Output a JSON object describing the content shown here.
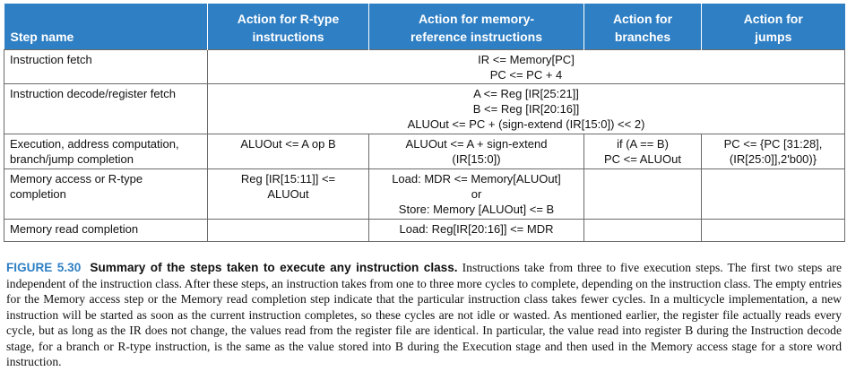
{
  "table": {
    "headers": {
      "step": "Step name",
      "rtype": [
        "Action for R-type",
        "instructions"
      ],
      "mem": [
        "Action for memory-",
        "reference instructions"
      ],
      "branch": [
        "Action for",
        "branches"
      ],
      "jump": [
        "Action for",
        "jumps"
      ]
    },
    "rows": {
      "fetch": {
        "name": "Instruction fetch",
        "all": [
          "IR <= Memory[PC]",
          "PC <= PC + 4"
        ]
      },
      "decode": {
        "name": "Instruction decode/register fetch",
        "all": [
          "A <= Reg [IR[25:21]]",
          "B <= Reg [IR[20:16]]",
          "ALUOut <= PC + (sign-extend (IR[15:0]) << 2)"
        ]
      },
      "exec": {
        "name": [
          "Execution, address computation,",
          "branch/jump completion"
        ],
        "rtype": "ALUOut <= A op B",
        "mem": [
          "ALUOut <= A + sign-extend",
          "(IR[15:0])"
        ],
        "branch": [
          "if (A == B)",
          "PC <= ALUOut"
        ],
        "jump": [
          "PC <= {PC [31:28],",
          "(IR[25:0]],2'b00)}"
        ]
      },
      "memaccess": {
        "name": [
          "Memory access or R-type",
          "completion"
        ],
        "rtype": [
          "Reg [IR[15:11]] <=",
          "ALUOut"
        ],
        "mem": [
          "Load: MDR <= Memory[ALUOut]",
          "or",
          "Store: Memory [ALUOut] <= B"
        ],
        "branch": "",
        "jump": ""
      },
      "memread": {
        "name": "Memory read completion",
        "rtype": "",
        "mem": "Load: Reg[IR[20:16]] <= MDR",
        "branch": "",
        "jump": ""
      }
    }
  },
  "caption": {
    "label": "FIGURE 5.30",
    "title": "Summary of the steps taken to execute any instruction class.",
    "body": "Instructions take from three to five execution steps. The first two steps are independent of the instruction class. After these steps, an instruction takes from one to three more cycles to complete, depending on the instruction class. The empty entries for the Memory access step or the Memory read completion step indicate that the particular instruction class takes fewer cycles. In a multicycle implementation, a new instruction will be started as soon as the current instruction completes, so these cycles are not idle or wasted. As mentioned earlier, the register file actually reads every cycle, but as long as the IR does not change, the values read from the register file are identical. In particular, the value read into register B during the Instruction decode stage, for a branch or R-type instruction, is the same as the value stored into B during the Execution stage and then used in the Memory access stage for a store word instruction."
  },
  "colors": {
    "header_bg": "#2e7fc4",
    "header_text": "#ffffff",
    "figure_label": "#2e7fc4"
  }
}
